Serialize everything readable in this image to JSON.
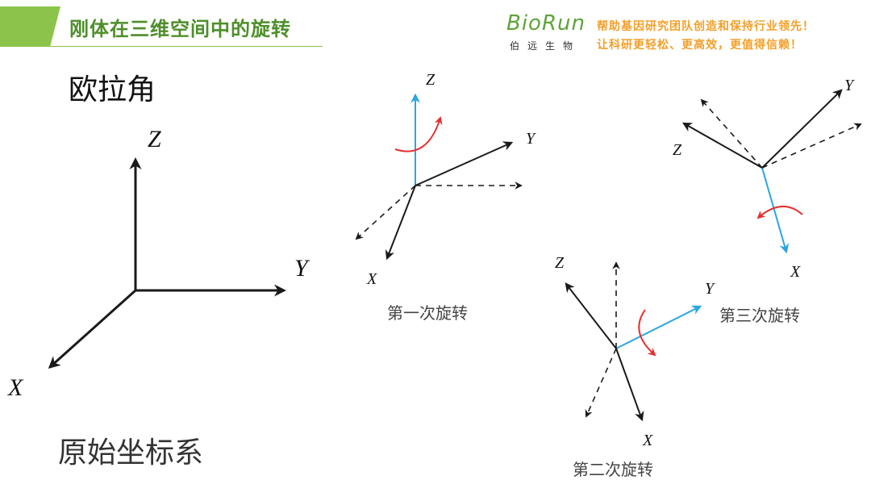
{
  "header": {
    "title": "刚体在三维空间中的旋转",
    "accent_color": "#8cc44b",
    "title_color": "#4e8f2a"
  },
  "brand": {
    "logo_text": "BioRun",
    "logo_sub": "伯远生物",
    "slogan_line1": "帮助基因研究团队创造和保持行业领先！",
    "slogan_line2": "让科研更轻松、更高效，更值得信赖！",
    "slogan_color": "#f2a02a"
  },
  "main": {
    "heading": "欧拉角",
    "original_caption": "原始坐标系"
  },
  "frames": {
    "original": {
      "x": "X",
      "y": "Y",
      "z": "Z"
    },
    "first": {
      "caption": "第一次旋转",
      "x": "X",
      "y": "Y",
      "z": "Z"
    },
    "second": {
      "caption": "第二次旋转",
      "x": "X",
      "y": "Y",
      "z": "Z"
    },
    "third": {
      "caption": "第三次旋转",
      "x": "X",
      "y": "Y",
      "z": "Z"
    }
  },
  "colors": {
    "axis": "#1a1a1a",
    "rotation_axis": "#2aa6e0",
    "rotation_arrow": "#e53030"
  }
}
